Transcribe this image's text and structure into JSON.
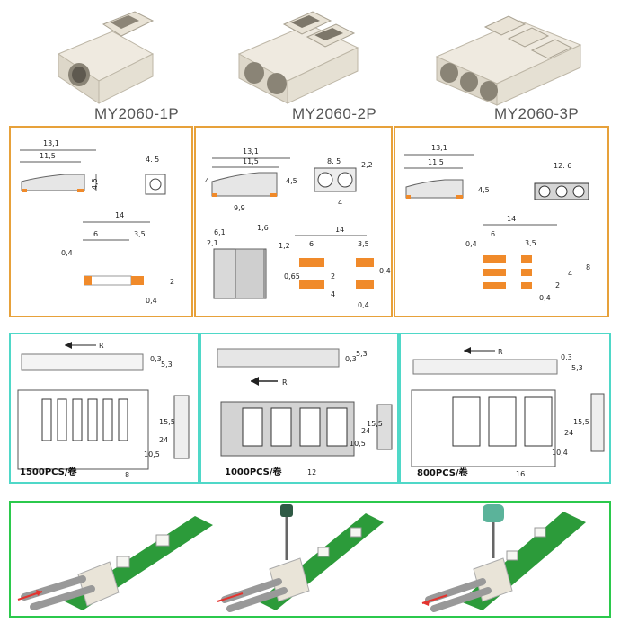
{
  "products": [
    {
      "model": "MY2060-1P"
    },
    {
      "model": "MY2060-2P"
    },
    {
      "model": "MY2060-3P"
    }
  ],
  "drawings": {
    "p1": {
      "d_13_1": "13,1",
      "d_11_5": "11,5",
      "d_4_5": "4,5",
      "d_4_5w": "4. 5",
      "d_14": "14",
      "d_6": "6",
      "d_3_5": "3,5",
      "d_0_4a": "0,4",
      "d_2": "2",
      "d_0_4b": "0,4"
    },
    "p2": {
      "d_13_1": "13,1",
      "d_11_5": "11,5",
      "d_4": "4",
      "d_4_5": "4,5",
      "d_9_9": "9,9",
      "d_8_5": "8. 5",
      "d_2_2": "2,2",
      "d_4b": "4",
      "d_6_1": "6,1",
      "d_2_1": "2,1",
      "d_1_6": "1,6",
      "d_1_2": "1,2",
      "d_14": "14",
      "d_6": "6",
      "d_3_5": "3,5",
      "d_0_65": "0,65",
      "d_2": "2",
      "d_4c": "4",
      "d_0_4": "0,4",
      "d_0_4b": "0,4"
    },
    "p3": {
      "d_13_1": "13,1",
      "d_11_5": "11,5",
      "d_4_5": "4,5",
      "d_12_6": "12. 6",
      "d_14": "14",
      "d_6": "6",
      "d_3_5": "3,5",
      "d_0_4": "0,4",
      "d_4": "4",
      "d_8": "8",
      "d_2": "2",
      "d_0_4b": "0,4"
    }
  },
  "packaging": [
    {
      "pcs": "1500PCS/卷",
      "dir": "R",
      "d_0_3": "0,3",
      "d_5_3": "5,3",
      "d_15_5": "15,5",
      "d_24": "24",
      "d_10_5": "10,5",
      "d_8": "8"
    },
    {
      "pcs": "1000PCS/卷",
      "dir": "R",
      "d_0_3": "0,3",
      "d_5_3": "5,3",
      "d_15_5": "15,5",
      "d_24": "24",
      "d_10_5": "10,5",
      "d_12": "12"
    },
    {
      "pcs": "800PCS/卷",
      "dir": "R",
      "d_0_3": "0,3",
      "d_5_3": "5,3",
      "d_15_5": "15,5",
      "d_24": "24",
      "d_10_4": "10,4",
      "d_16": "16"
    }
  ],
  "colors": {
    "orange_frame": "#e7a13a",
    "cyan_frame": "#4fd8c8",
    "green_frame": "#2bc94c",
    "pcb": "#2c9b3a",
    "connector": "#e9e4d8",
    "pad": "#f08a2a"
  }
}
